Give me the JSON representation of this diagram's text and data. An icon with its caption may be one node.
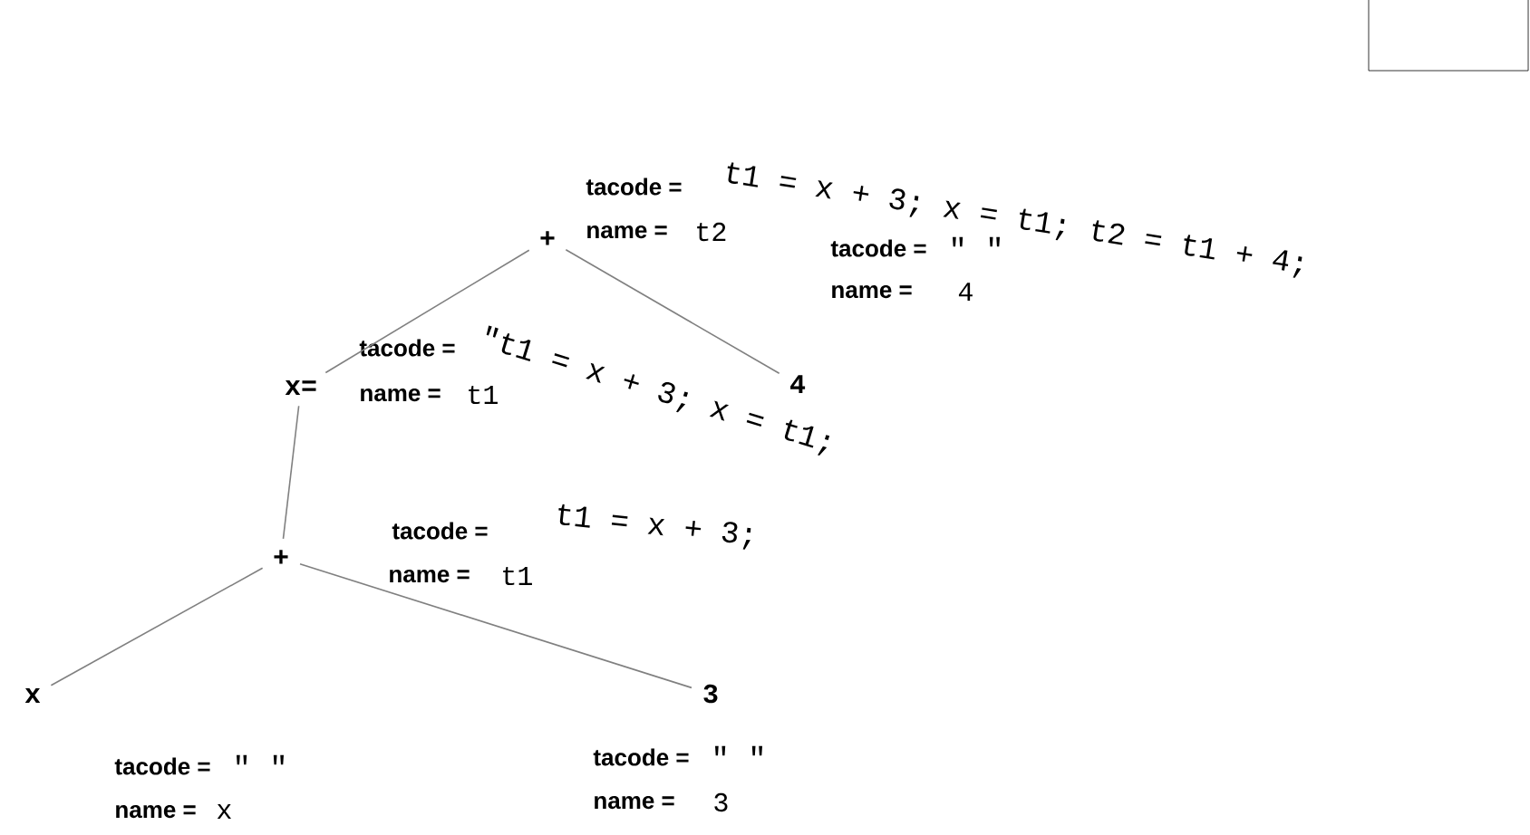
{
  "diagram": {
    "nodes": [
      {
        "text": [
          "+"
        ],
        "beside": [
          "tacode =",
          "t1 = x + 3; x = t1; t2 = t1 + 4;",
          "name =",
          "t2"
        ]
      },
      {
        "text": [
          "x="
        ],
        "beside": [
          "tacode =",
          "\"t1 = x + 3; x = t1;",
          "name =",
          "t1"
        ]
      },
      {
        "text": [
          "4"
        ],
        "beside": [
          "tacode =",
          "\" \"",
          "name =",
          "4"
        ]
      },
      {
        "text": [
          "+"
        ],
        "beside": [
          "tacode =",
          "t1 = x + 3;",
          "name =",
          "t1"
        ]
      },
      {
        "text": [
          "x"
        ],
        "beside": [
          "tacode =",
          "\" \"",
          "name =",
          "x"
        ]
      },
      {
        "text": [
          "3"
        ],
        "beside": [
          "tacode =",
          "\" \"",
          "name =",
          "3"
        ]
      },
      {
        "text": [],
        "shape": "box"
      }
    ],
    "edges": [
      {
        "from": 0,
        "to": 1,
        "arrow": "none"
      },
      {
        "from": 0,
        "to": 2,
        "arrow": "none"
      },
      {
        "from": 1,
        "to": 3,
        "arrow": "none"
      },
      {
        "from": 3,
        "to": 4,
        "arrow": "none"
      },
      {
        "from": 3,
        "to": 5,
        "arrow": "none"
      }
    ]
  }
}
